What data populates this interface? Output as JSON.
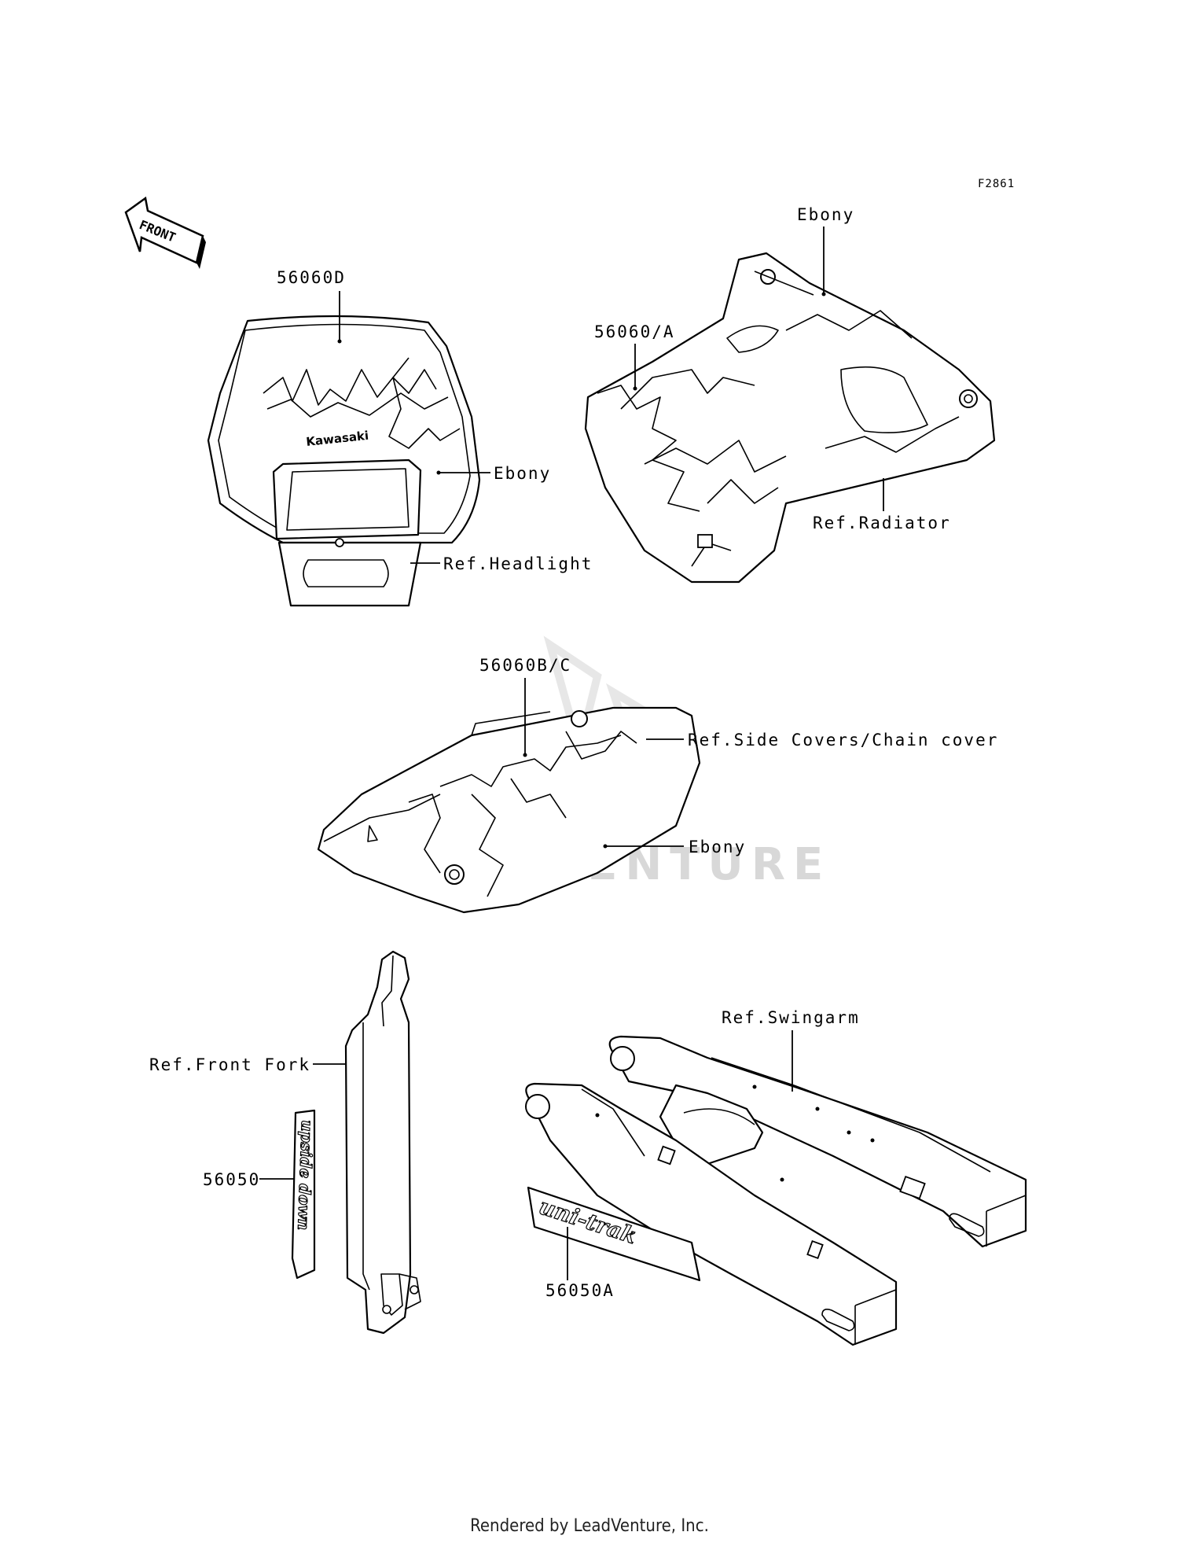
{
  "figure_code": "F2861",
  "front_arrow_label": "FRONT",
  "watermark": "LEADVENTURE",
  "headlight_group": {
    "part_number": "56060D",
    "color_label": "Ebony",
    "ref_label": "Ref.Headlight",
    "decal_brand": "Kawasaki"
  },
  "radiator_group": {
    "part_number": "56060/A",
    "color_label": "Ebony",
    "ref_label": "Ref.Radiator"
  },
  "side_cover_group": {
    "part_number": "56060B/C",
    "color_label": "Ebony",
    "ref_label": "Ref.Side Covers/Chain cover"
  },
  "fork_group": {
    "ref_label": "Ref.Front Fork",
    "part_number": "56050",
    "decal_text": "upside down"
  },
  "swingarm_group": {
    "ref_label": "Ref.Swingarm",
    "part_number": "56050A",
    "decal_text": "uni-trak"
  },
  "footer": "Rendered by LeadVenture, Inc."
}
